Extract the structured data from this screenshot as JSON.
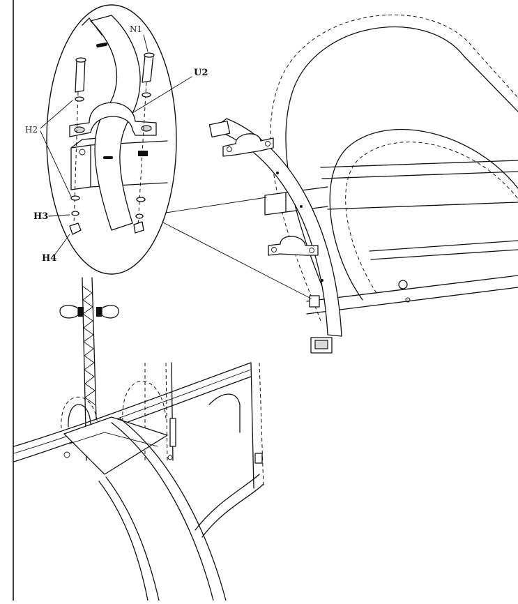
{
  "labels": {
    "n1": "N1",
    "u2": "U2",
    "h2": "H2",
    "h3": "H3",
    "h4": "H4"
  },
  "colors": {
    "ink": "#111111",
    "paper": "#ffffff",
    "shade": "#d9d9d9"
  }
}
